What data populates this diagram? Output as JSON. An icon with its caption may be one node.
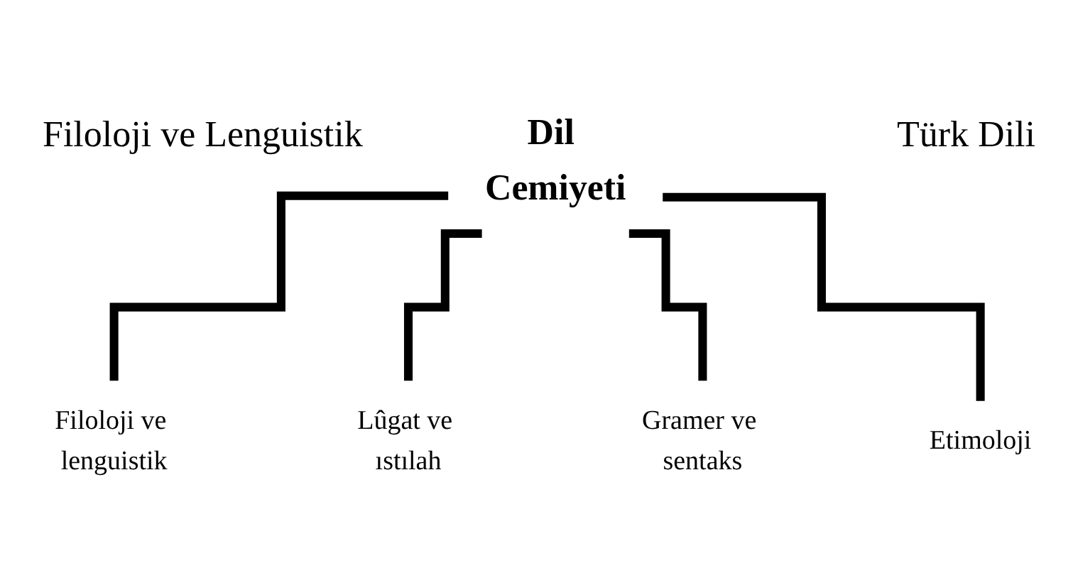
{
  "diagram": {
    "nodes": [
      {
        "text": [
          "Dil Cemiyeti"
        ]
      },
      {
        "text": [
          "Filoloji ve lenguistik"
        ]
      },
      {
        "text": [
          "Lûgat ve ıstılah"
        ]
      },
      {
        "text": [
          "Gramer ve sentaks"
        ]
      },
      {
        "text": [
          "Etimoloji"
        ]
      }
    ],
    "edges": [
      {
        "from": 0,
        "to": 1,
        "arrow": "none"
      },
      {
        "from": 0,
        "to": 2,
        "arrow": "none"
      },
      {
        "from": 0,
        "to": 3,
        "arrow": "none"
      },
      {
        "from": 0,
        "to": 4,
        "arrow": "none"
      }
    ],
    "labels": [
      "Filoloji ve Lenguistik",
      "Türk Dili"
    ]
  }
}
